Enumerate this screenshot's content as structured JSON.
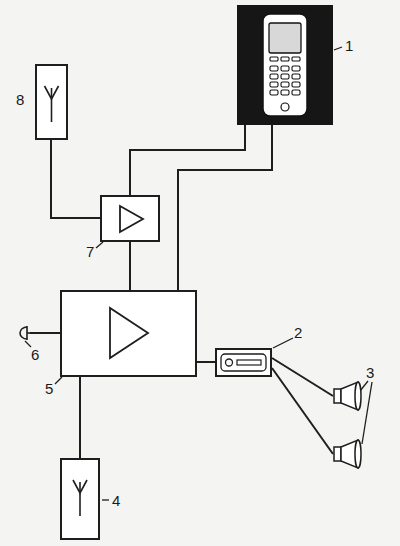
{
  "diagram": {
    "nodes": [
      {
        "text": [
          "1"
        ]
      },
      {
        "text": [
          "8"
        ]
      },
      {
        "text": [
          "7"
        ]
      },
      {
        "text": [
          "5"
        ]
      },
      {
        "text": [
          "6"
        ]
      },
      {
        "text": [
          "2"
        ]
      },
      {
        "text": [
          "3"
        ]
      },
      {
        "text": [
          "4"
        ]
      }
    ],
    "edges": [
      {
        "from": 0,
        "to": 2,
        "arrow": "none"
      },
      {
        "from": 0,
        "to": 3,
        "arrow": "none"
      },
      {
        "from": 1,
        "to": 2,
        "arrow": "none"
      },
      {
        "from": 2,
        "to": 3,
        "arrow": "none"
      },
      {
        "from": 4,
        "to": 3,
        "arrow": "none"
      },
      {
        "from": 3,
        "to": 5,
        "arrow": "none"
      },
      {
        "from": 5,
        "to": 6,
        "arrow": "none"
      },
      {
        "from": 5,
        "to": 6,
        "arrow": "none"
      },
      {
        "from": 3,
        "to": 7,
        "arrow": "none"
      }
    ]
  }
}
